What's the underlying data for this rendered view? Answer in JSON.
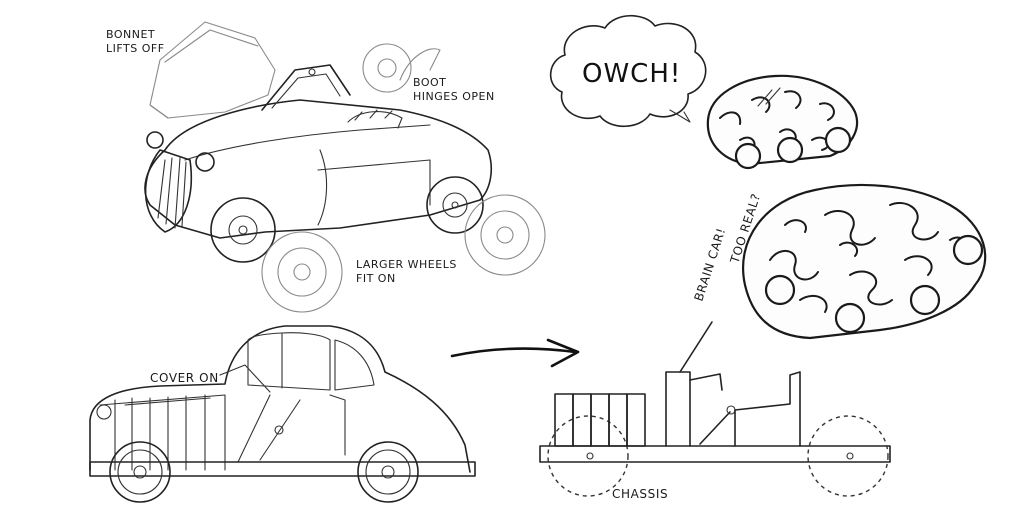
{
  "labels": {
    "bonnet_line1": "BONNET",
    "bonnet_line2": "LIFTS OFF",
    "boot_line1": "BOOT",
    "boot_line2": "HINGES OPEN",
    "wheels_line1": "LARGER WHEELS",
    "wheels_line2": "FIT ON",
    "cover_on": "COVER ON",
    "speech": "OWCH!",
    "brain_car": "BRAIN CAR!",
    "too_real": "TOO REAL?",
    "chassis": "CHASSIS"
  }
}
